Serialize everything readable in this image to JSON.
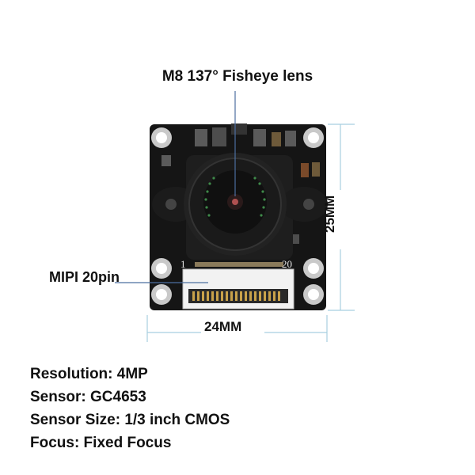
{
  "callouts": {
    "lens": "M8 137° Fisheye lens",
    "connector": "MIPI 20pin",
    "width": "24MM",
    "height": "25MM",
    "pin_first": "1",
    "pin_last": "20"
  },
  "specs": [
    {
      "text": "Resolution: 4MP"
    },
    {
      "text": "Sensor: GC4653"
    },
    {
      "text": "Sensor Size: 1/3 inch CMOS"
    },
    {
      "text": "Focus: Fixed Focus"
    }
  ],
  "colors": {
    "pcb": "#151515",
    "lens_ring": "#222222",
    "dimension_lines": "#a8cfe0",
    "pointer": "#4c6fa0"
  }
}
